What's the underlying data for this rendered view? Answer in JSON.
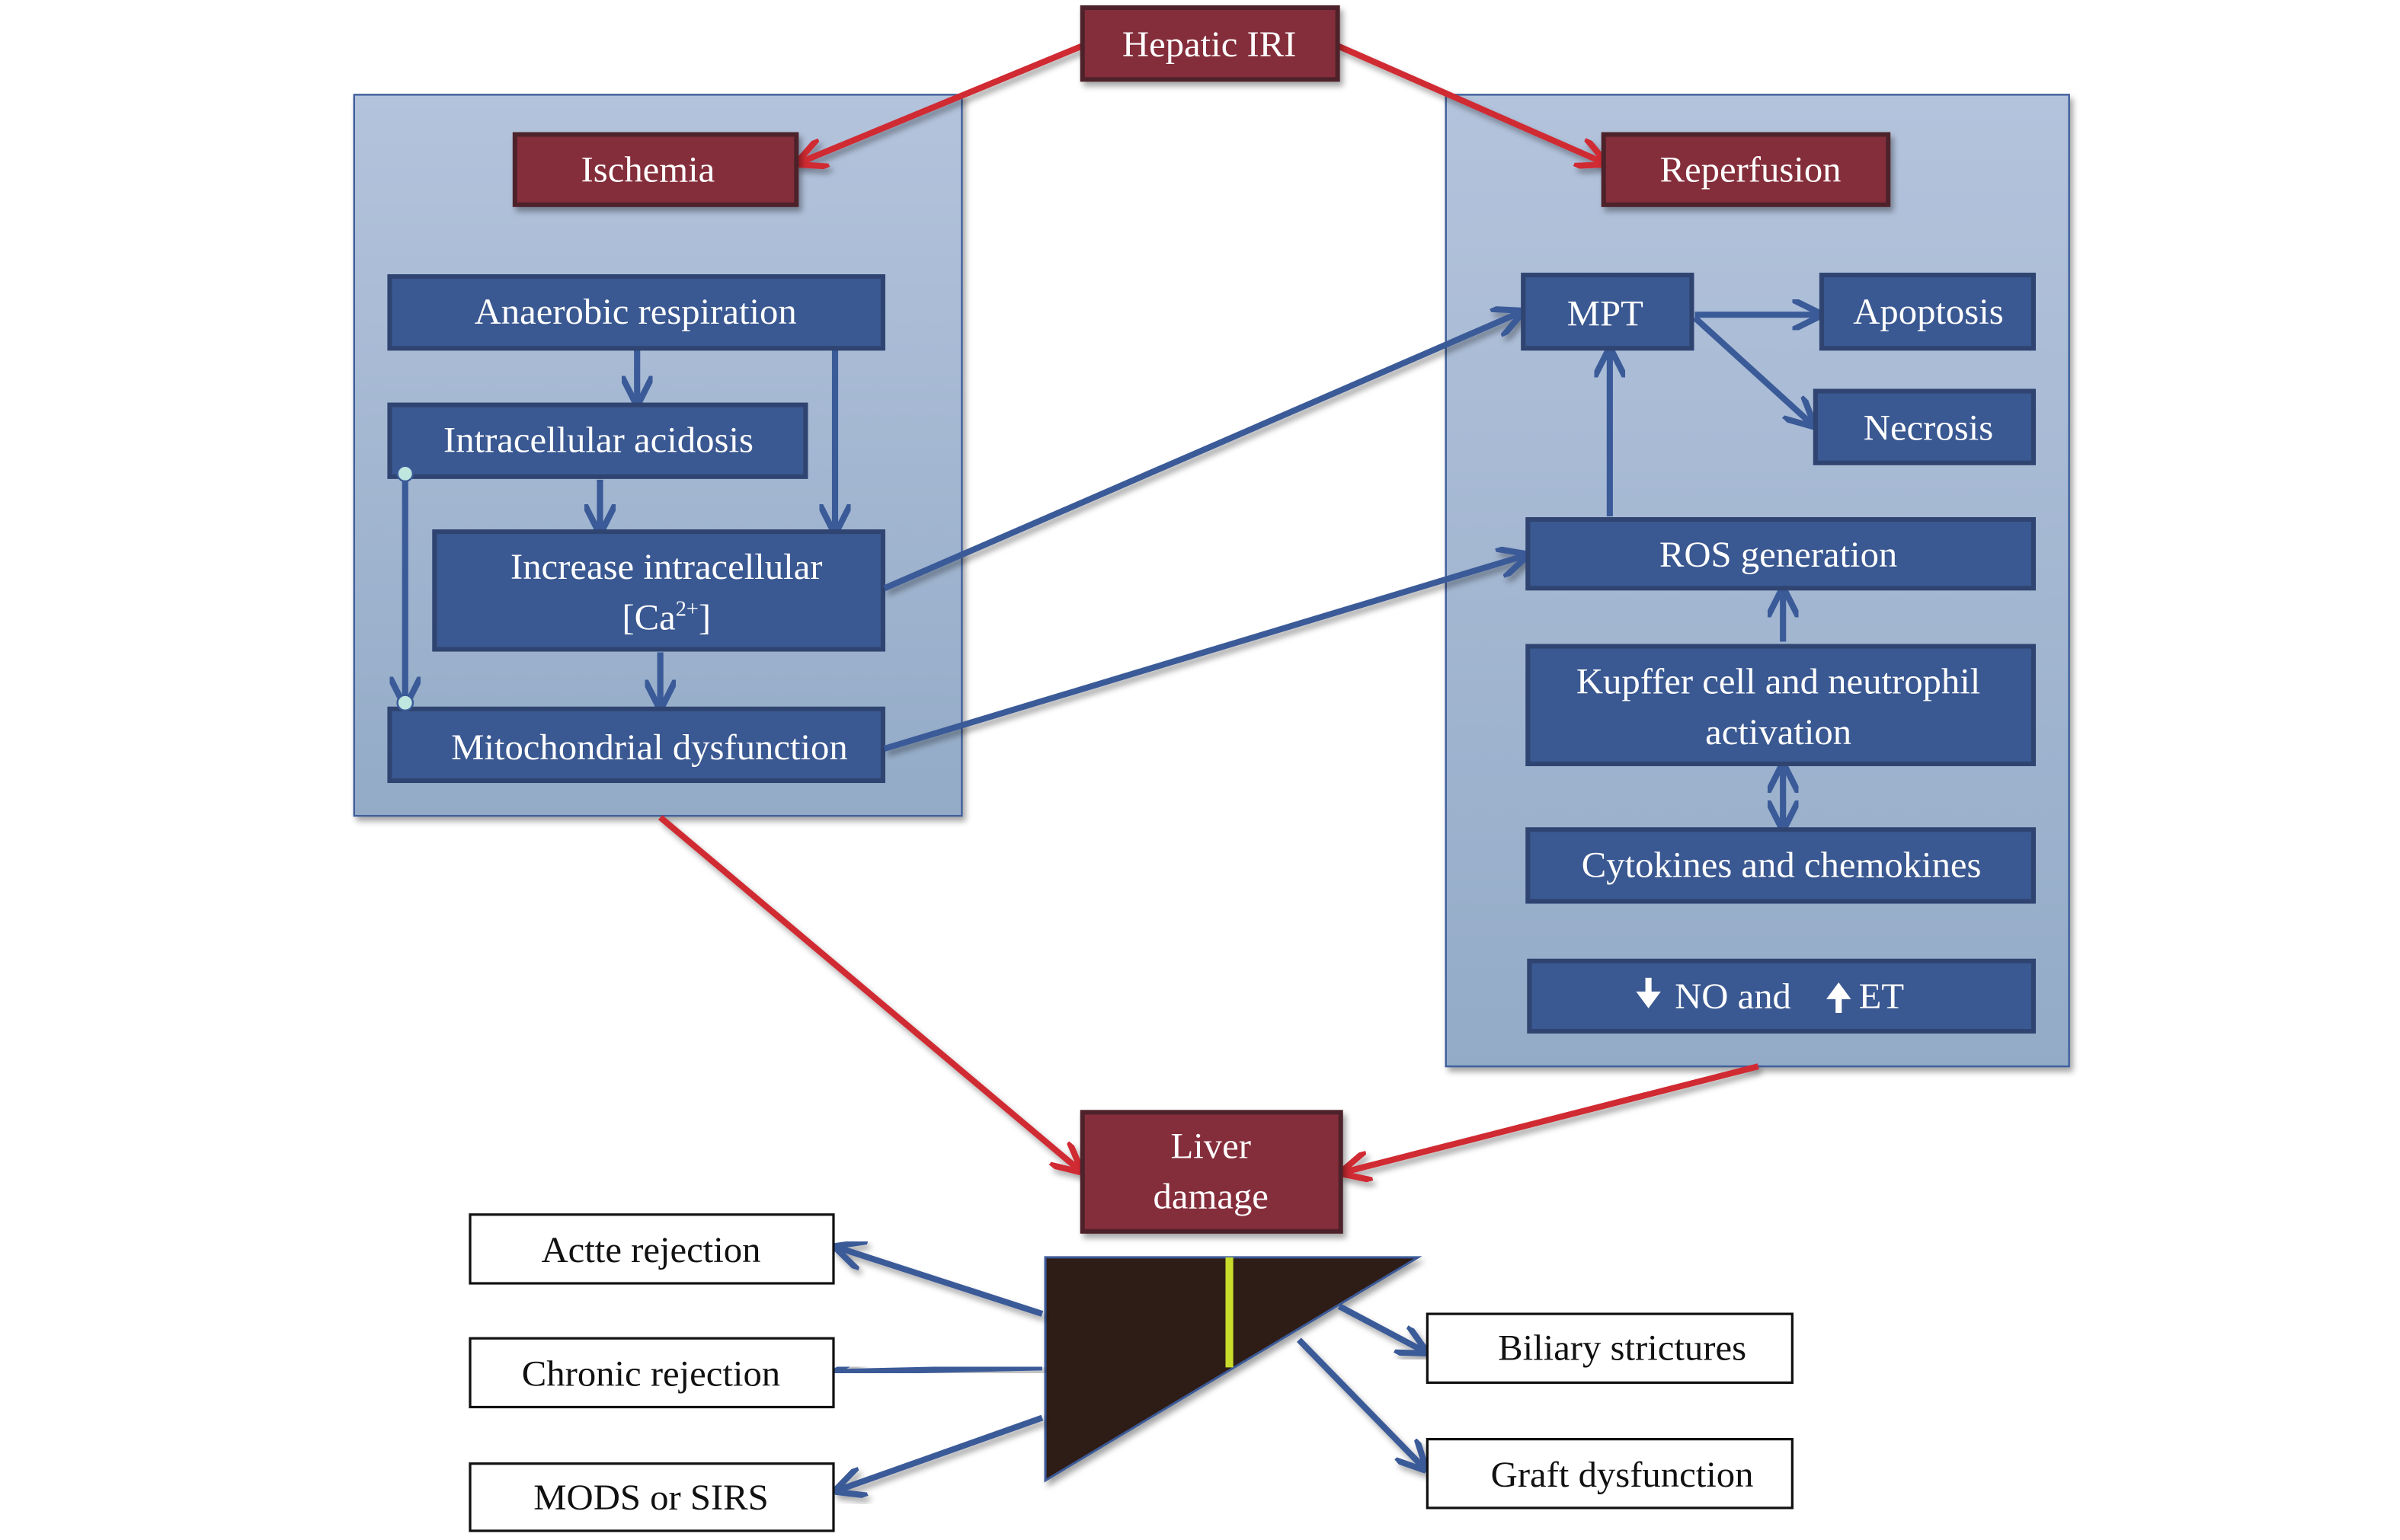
{
  "title_node": {
    "label": "Hepatic IRI"
  },
  "ischemia_panel": {
    "header": "Ischemia",
    "nodes": {
      "anaerobic": "Anaerobic respiration",
      "acidosis": "Intracellular acidosis",
      "calcium_line1": "Increase intracellular",
      "calcium_line2_prefix": "[Ca",
      "calcium_superscript": "2+",
      "calcium_line2_suffix": "]",
      "mito": "Mitochondrial dysfunction"
    }
  },
  "reperfusion_panel": {
    "header": "Reperfusion",
    "nodes": {
      "mpt": "MPT",
      "apoptosis": "Apoptosis",
      "necrosis": "Necrosis",
      "ros": "ROS generation",
      "kupffer_line1": "Kupffer cell and neutrophil",
      "kupffer_line2": "activation",
      "cytokines": "Cytokines and chemokines",
      "no_et": {
        "down_icon": "down-arrow-icon",
        "no_text": "NO and",
        "up_icon": "up-arrow-icon",
        "et_text": "ET"
      }
    }
  },
  "liver_damage": {
    "line1": "Liver",
    "line2": "damage"
  },
  "outcomes": {
    "left": [
      "Actte rejection",
      "Chronic rejection",
      "MODS or SIRS"
    ],
    "right": [
      "Biliary strictures",
      "Graft dysfunction"
    ]
  },
  "colors": {
    "red_box": "#852e3b",
    "blue_box": "#3a5891",
    "red_arrow": "#d02a31",
    "blue_arrow": "#3a5a98",
    "panel": "#a9b9d4",
    "liver": "#2e1b19",
    "liver_line": "#c9dc2b"
  }
}
